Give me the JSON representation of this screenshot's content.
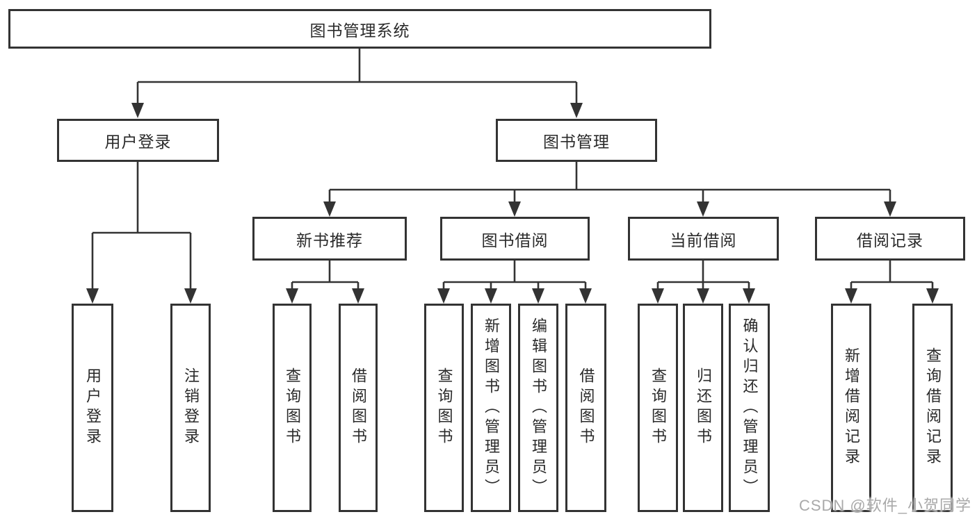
{
  "diagram": {
    "title": "图书管理系统",
    "groups": [
      {
        "label": "用户登录",
        "leaves": [
          "用户登录",
          "注销登录"
        ]
      },
      {
        "label": "图书管理",
        "sections": [
          {
            "label": "新书推荐",
            "leaves": [
              "查询图书",
              "借阅图书"
            ]
          },
          {
            "label": "图书借阅",
            "leaves": [
              "查询图书",
              "新增图书（管理员）",
              "编辑图书（管理员）",
              "借阅图书"
            ]
          },
          {
            "label": "当前借阅",
            "leaves": [
              "查询图书",
              "归还图书",
              "确认归还（管理员）"
            ]
          },
          {
            "label": "借阅记录",
            "leaves": [
              "新增借阅记录",
              "查询借阅记录"
            ]
          }
        ]
      }
    ]
  },
  "colors": {
    "line": "#333333",
    "text": "#2a2a2a",
    "watermark": "#a9a9a9",
    "background": "#ffffff"
  },
  "watermark": "CSDN @软件_小贺同学"
}
